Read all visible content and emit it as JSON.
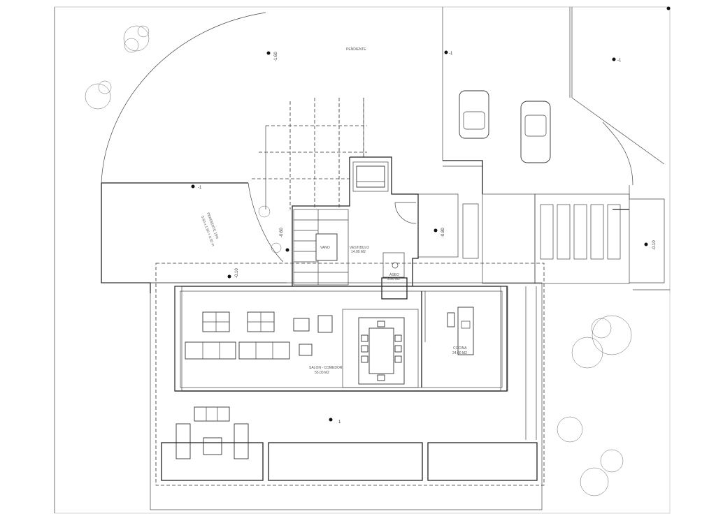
{
  "rooms": {
    "vestibulo": {
      "name": "VESTIBULO",
      "area": "14.00 M2"
    },
    "aseo": {
      "name": "ASEO",
      "area": "3.50 M2"
    },
    "vano": {
      "name": "VANO"
    },
    "salon": {
      "name": "SALON - COMEDOR",
      "area": "55.00 M2"
    },
    "cocina": {
      "name": "COCINA",
      "area": "24.00 M2"
    }
  },
  "ramp": {
    "line1": "PENDIENTE 15%",
    "line2": "5.60 x 1.50 = 0.30 m"
  },
  "levels": {
    "top_left": "-1.60",
    "top_center": "-1",
    "top_right": "-1",
    "ramp": "-1",
    "stair": "-0.60",
    "entrance_terrace": "-0.10",
    "garden_right": "-0.10",
    "parking": "-0.80",
    "terrace": "1"
  },
  "street_label": "PENDIENTE"
}
